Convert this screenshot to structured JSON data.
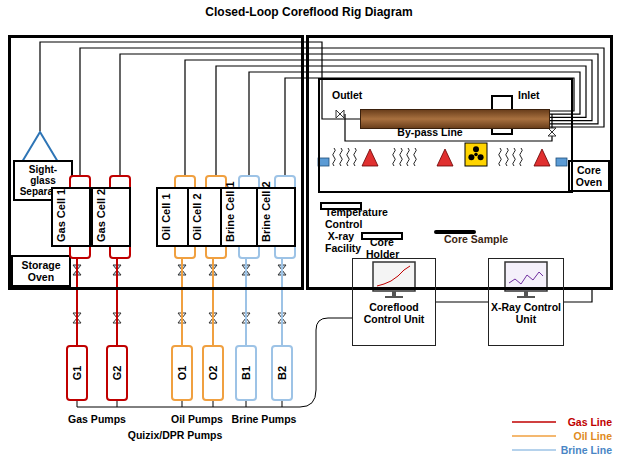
{
  "diagram": {
    "title": "Closed-Loop Coreflood Rig Diagram",
    "nodes": [
      {
        "text": [
          "Storage Oven"
        ]
      },
      {
        "text": [
          "Sight-glass Separator"
        ],
        "in": 0
      },
      {
        "text": [
          "Gas Cell 1"
        ],
        "in": 0
      },
      {
        "text": [
          "Gas Cell 2"
        ],
        "in": 0
      },
      {
        "text": [
          "Oil Cell 1"
        ],
        "in": 0
      },
      {
        "text": [
          "Oil Cell 2"
        ],
        "in": 0
      },
      {
        "text": [
          "Brine Cell 1"
        ],
        "in": 0
      },
      {
        "text": [
          "Brine Cell 2"
        ],
        "in": 0
      },
      {
        "text": [
          "Core Oven"
        ]
      },
      {
        "text": [
          "Temperature Control X-ray Facility"
        ],
        "in": 8
      },
      {
        "text": [
          "Core Holder",
          "Core Sample"
        ],
        "in": 9
      },
      {
        "text": [
          "G1"
        ]
      },
      {
        "text": [
          "G2"
        ]
      },
      {
        "text": [
          "O1"
        ]
      },
      {
        "text": [
          "O2"
        ]
      },
      {
        "text": [
          "B1"
        ]
      },
      {
        "text": [
          "B2"
        ]
      },
      {
        "text": [
          "Coreflood Control Unit"
        ]
      },
      {
        "text": [
          "X-Ray Control Unit"
        ]
      }
    ],
    "edges": [
      {
        "from": 11,
        "to": 2,
        "arrow": "none"
      },
      {
        "from": 12,
        "to": 3,
        "arrow": "none"
      },
      {
        "from": 13,
        "to": 4,
        "arrow": "none"
      },
      {
        "from": 14,
        "to": 5,
        "arrow": "none"
      },
      {
        "from": 15,
        "to": 6,
        "arrow": "none"
      },
      {
        "from": 16,
        "to": 7,
        "arrow": "none"
      },
      {
        "from": 2,
        "to": 10,
        "arrow": "none"
      },
      {
        "from": 3,
        "to": 10,
        "arrow": "none"
      },
      {
        "from": 4,
        "to": 10,
        "arrow": "none"
      },
      {
        "from": 5,
        "to": 10,
        "arrow": "none"
      },
      {
        "from": 6,
        "to": 10,
        "arrow": "none"
      },
      {
        "from": 7,
        "to": 10,
        "arrow": "none"
      },
      {
        "from": 10,
        "to": 1,
        "arrow": "none"
      },
      {
        "from": 17,
        "to": 18,
        "arrow": "none"
      },
      {
        "from": 18,
        "to": 8,
        "arrow": "none"
      }
    ],
    "labels": [
      "Outlet",
      "Inlet",
      "By-pass Line",
      "Gas Pumps",
      "Oil Pumps",
      "Brine Pumps",
      "Quizix/DPR Pumps"
    ],
    "legend": [
      {
        "text": "Gas Line"
      },
      {
        "text": "Oil Line"
      },
      {
        "text": "Brine Line"
      }
    ]
  }
}
